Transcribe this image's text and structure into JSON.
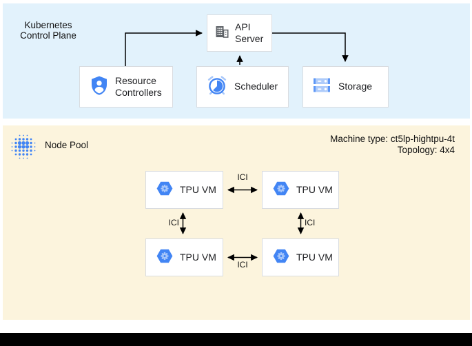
{
  "control_plane": {
    "title_line1": "Kubernetes",
    "title_line2": "Control Plane",
    "bg_color": "#E2F2FC",
    "nodes": {
      "api_server": {
        "label": "API Server",
        "icon": "building-icon"
      },
      "resource_controllers": {
        "label": "Resource Controllers",
        "icon": "shield-user-icon"
      },
      "scheduler": {
        "label": "Scheduler",
        "icon": "alarm-clock-icon"
      },
      "storage": {
        "label": "Storage",
        "icon": "server-stack-icon"
      }
    }
  },
  "node_pool": {
    "title": "Node Pool",
    "bg_color": "#FCF4DD",
    "icon": "dot-cluster-icon",
    "machine_type": "Machine type: ct5lp-hightpu-4t",
    "topology": "Topology: 4x4",
    "link_label": "ICI",
    "vms": [
      {
        "label": "TPU VM",
        "icon": "tpu-hexagon-icon"
      },
      {
        "label": "TPU VM",
        "icon": "tpu-hexagon-icon"
      },
      {
        "label": "TPU VM",
        "icon": "tpu-hexagon-icon"
      },
      {
        "label": "TPU VM",
        "icon": "tpu-hexagon-icon"
      }
    ]
  },
  "colors": {
    "accent_blue": "#4285F4",
    "light_blue": "#A8C7FA",
    "tray_blue": "#AECBFA",
    "icon_gray": "#5F6368",
    "box_border": "#D9DCE0",
    "arrow": "#000000",
    "bottom_bar": "#000000"
  }
}
